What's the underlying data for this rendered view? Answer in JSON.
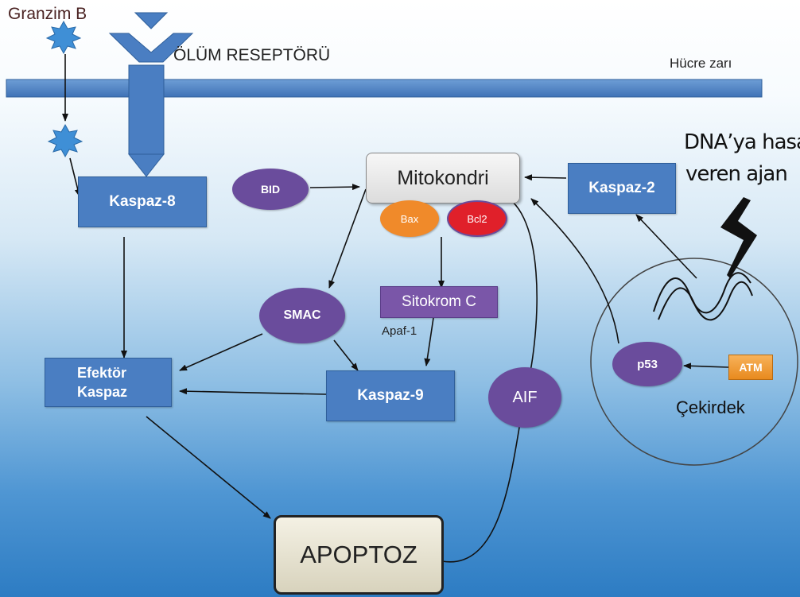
{
  "labels": {
    "granzim": "Granzim B",
    "receptor": "ÖLÜM RESEPTÖRÜ",
    "membrane": "Hücre zarı",
    "dna_agent_line1": "DNA’ya hasar",
    "dna_agent_line2": "veren ajan",
    "nucleus": "Çekirdek",
    "apaf": "Apaf-1"
  },
  "nodes": {
    "mitokondri": "Mitokondri",
    "bax": "Bax",
    "bcl2": "Bcl2",
    "kaspaz8": "Kaspaz-8",
    "kaspaz2": "Kaspaz-2",
    "bid": "BID",
    "smac": "SMAC",
    "sitokrom": "Sitokrom C",
    "efektor_line1": "Efektör",
    "efektor_line2": "Kaspaz",
    "kaspaz9": "Kaspaz-9",
    "aif": "AIF",
    "p53": "p53",
    "atm": "ATM",
    "apoptoz": "APOPTOZ"
  },
  "colors": {
    "box": "#4a7ec2",
    "oval": "#6a4c9c",
    "bax": "#f08a2a",
    "bcl2": "#e0202a",
    "atm": "#f19a2e",
    "apoptoz": "#e8e4d4"
  }
}
